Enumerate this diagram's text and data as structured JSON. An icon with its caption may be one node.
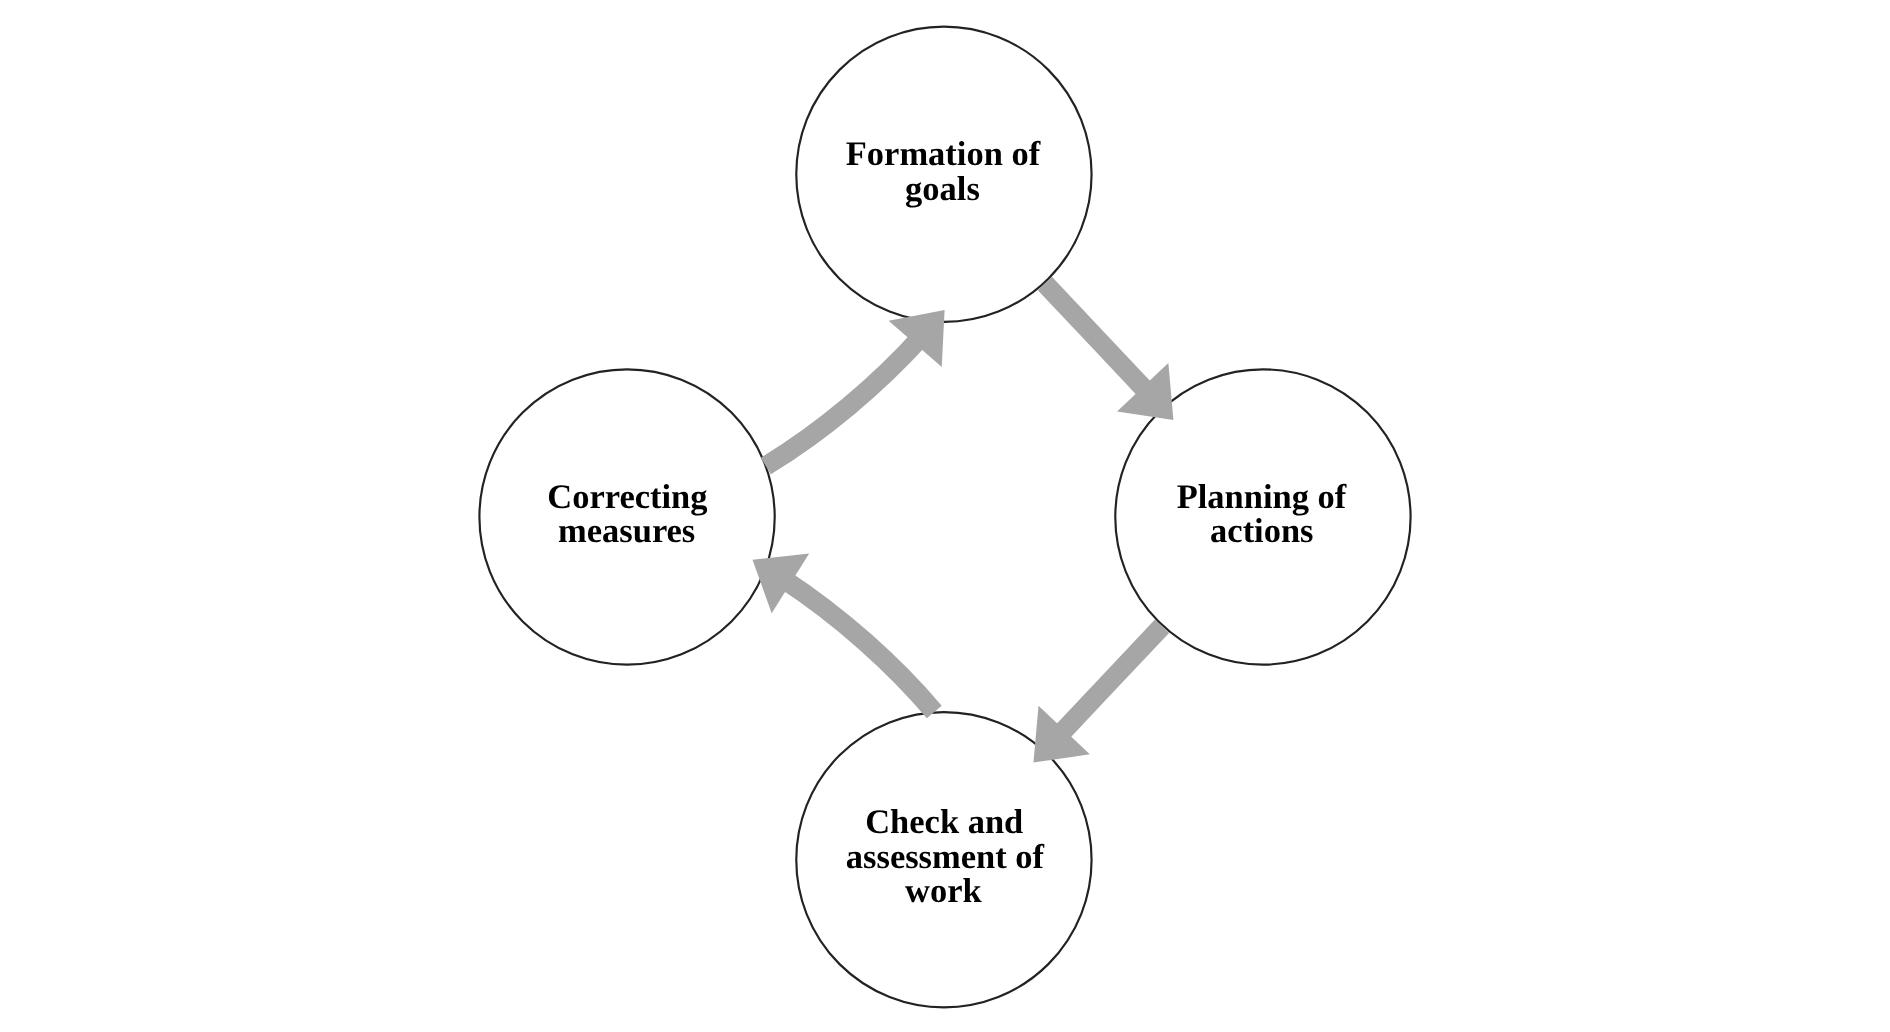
{
  "diagram": {
    "nodes": [
      {
        "text": [
          "Formation of goals"
        ]
      },
      {
        "text": [
          "Correcting measures"
        ]
      },
      {
        "text": [
          "Planning of actions"
        ]
      },
      {
        "text": [
          "Check and assessment of work"
        ]
      }
    ],
    "edges": [
      {
        "from": 0,
        "to": 2,
        "arrow": "to"
      },
      {
        "from": 2,
        "to": 3,
        "arrow": "to"
      },
      {
        "from": 3,
        "to": 1,
        "arrow": "to"
      },
      {
        "from": 1,
        "to": 0,
        "arrow": "to"
      }
    ]
  }
}
